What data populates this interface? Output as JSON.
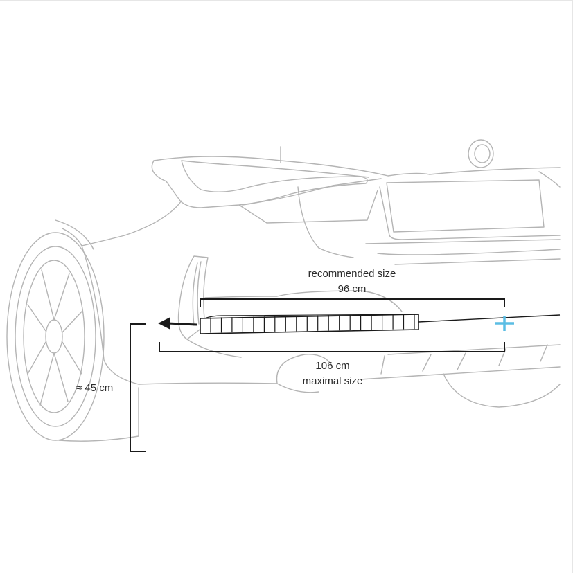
{
  "labels": {
    "recommended_title": "recommended size",
    "recommended_value": "96 cm",
    "maximal_value": "106 cm",
    "maximal_title": "maximal size",
    "height": "≈ 45 cm"
  },
  "colors": {
    "outline": "#b4b4b4",
    "dimension": "#1a1a1a",
    "plus_marker": "#5bbde4",
    "text": "#2a2a2a"
  },
  "icons": [
    "arrow-left-icon",
    "plus-icon"
  ]
}
